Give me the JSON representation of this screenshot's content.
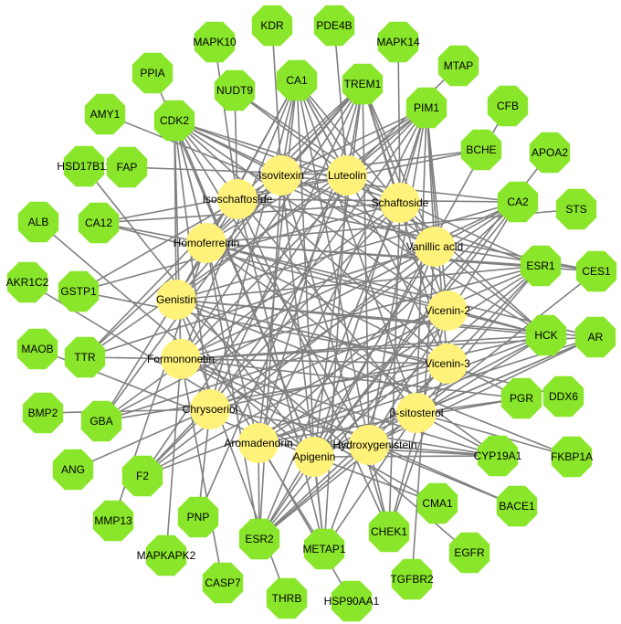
{
  "colors": {
    "edge": "#808080",
    "target": "#8AE62A",
    "compound": "#FFF27A",
    "text": "#000000"
  },
  "compounds": [
    {
      "id": "isovitexin",
      "label": "Isovitexin"
    },
    {
      "id": "luteolin",
      "label": "Luteolin"
    },
    {
      "id": "schaftoside",
      "label": "Schaftoside"
    },
    {
      "id": "isoschaftoside",
      "label": "Isoschaftoside"
    },
    {
      "id": "homoferreirin",
      "label": "Homoferreirin"
    },
    {
      "id": "vanillic",
      "label": "Vanillic acid"
    },
    {
      "id": "genistin",
      "label": "Genistin"
    },
    {
      "id": "vicenin2",
      "label": "Vicenin-2"
    },
    {
      "id": "formononetin",
      "label": "Formononetin"
    },
    {
      "id": "vicenin3",
      "label": "Vicenin-3"
    },
    {
      "id": "chrysoeriol",
      "label": "Chrysoeriol"
    },
    {
      "id": "sitosterol",
      "label": "β-sitosterol"
    },
    {
      "id": "aromadendrin",
      "label": "Aromadendrin"
    },
    {
      "id": "hydroxygenistein",
      "label": "2'-Hydroxygenistein"
    },
    {
      "id": "apigenin",
      "label": "Apigenin"
    }
  ],
  "targets": [
    {
      "id": "KDR",
      "label": "KDR"
    },
    {
      "id": "PDE4B",
      "label": "PDE4B"
    },
    {
      "id": "MAPK10",
      "label": "MAPK10"
    },
    {
      "id": "MAPK14",
      "label": "MAPK14"
    },
    {
      "id": "PPIA",
      "label": "PPIA"
    },
    {
      "id": "CA1",
      "label": "CA1"
    },
    {
      "id": "NUDT9",
      "label": "NUDT9"
    },
    {
      "id": "TREM1",
      "label": "TREM1"
    },
    {
      "id": "MTAP",
      "label": "MTAP"
    },
    {
      "id": "AMY1",
      "label": "AMY1"
    },
    {
      "id": "CDK2",
      "label": "CDK2"
    },
    {
      "id": "PIM1",
      "label": "PIM1"
    },
    {
      "id": "CFB",
      "label": "CFB"
    },
    {
      "id": "HSD17B11",
      "label": "HSD17B11"
    },
    {
      "id": "FAP",
      "label": "FAP"
    },
    {
      "id": "BCHE",
      "label": "BCHE"
    },
    {
      "id": "APOA2",
      "label": "APOA2"
    },
    {
      "id": "ALB",
      "label": "ALB"
    },
    {
      "id": "CA12",
      "label": "CA12"
    },
    {
      "id": "CA2",
      "label": "CA2"
    },
    {
      "id": "STS",
      "label": "STS"
    },
    {
      "id": "AKR1C2",
      "label": "AKR1C2"
    },
    {
      "id": "GSTP1",
      "label": "GSTP1"
    },
    {
      "id": "ESR1",
      "label": "ESR1"
    },
    {
      "id": "CES1",
      "label": "CES1"
    },
    {
      "id": "MAOB",
      "label": "MAOB"
    },
    {
      "id": "TTR",
      "label": "TTR"
    },
    {
      "id": "HCK",
      "label": "HCK"
    },
    {
      "id": "AR",
      "label": "AR"
    },
    {
      "id": "DDX6",
      "label": "DDX6"
    },
    {
      "id": "BMP2",
      "label": "BMP2"
    },
    {
      "id": "GBA",
      "label": "GBA"
    },
    {
      "id": "PGR",
      "label": "PGR"
    },
    {
      "id": "ANG",
      "label": "ANG"
    },
    {
      "id": "F2",
      "label": "F2"
    },
    {
      "id": "CYP19A1",
      "label": "CYP19A1"
    },
    {
      "id": "FKBP1A",
      "label": "FKBP1A"
    },
    {
      "id": "MMP13",
      "label": "MMP13"
    },
    {
      "id": "PNP",
      "label": "PNP"
    },
    {
      "id": "BACE1",
      "label": "BACE1"
    },
    {
      "id": "CMA1",
      "label": "CMA1"
    },
    {
      "id": "MAPKAPK2",
      "label": "MAPKAPK2"
    },
    {
      "id": "ESR2",
      "label": "ESR2"
    },
    {
      "id": "METAP1",
      "label": "METAP1"
    },
    {
      "id": "CHEK1",
      "label": "CHEK1"
    },
    {
      "id": "EGFR",
      "label": "EGFR"
    },
    {
      "id": "CASP7",
      "label": "CASP7"
    },
    {
      "id": "TGFBR2",
      "label": "TGFBR2"
    },
    {
      "id": "THRB",
      "label": "THRB"
    },
    {
      "id": "HSP90AA1",
      "label": "HSP90AA1"
    }
  ],
  "edges": [
    [
      "isovitexin",
      "KDR"
    ],
    [
      "isovitexin",
      "CA1"
    ],
    [
      "isovitexin",
      "TREM1"
    ],
    [
      "isovitexin",
      "PIM1"
    ],
    [
      "isovitexin",
      "CDK2"
    ],
    [
      "isovitexin",
      "BCHE"
    ],
    [
      "isovitexin",
      "CA2"
    ],
    [
      "isovitexin",
      "GSTP1"
    ],
    [
      "isovitexin",
      "ESR1"
    ],
    [
      "isovitexin",
      "TTR"
    ],
    [
      "isovitexin",
      "HCK"
    ],
    [
      "isovitexin",
      "GBA"
    ],
    [
      "isovitexin",
      "ESR2"
    ],
    [
      "isovitexin",
      "METAP1"
    ],
    [
      "isovitexin",
      "CHEK1"
    ],
    [
      "luteolin",
      "PDE4B"
    ],
    [
      "luteolin",
      "CA1"
    ],
    [
      "luteolin",
      "NUDT9"
    ],
    [
      "luteolin",
      "TREM1"
    ],
    [
      "luteolin",
      "MTAP"
    ],
    [
      "luteolin",
      "CDK2"
    ],
    [
      "luteolin",
      "PIM1"
    ],
    [
      "luteolin",
      "FAP"
    ],
    [
      "luteolin",
      "CA12"
    ],
    [
      "luteolin",
      "ESR1"
    ],
    [
      "luteolin",
      "TTR"
    ],
    [
      "luteolin",
      "HCK"
    ],
    [
      "luteolin",
      "F2"
    ],
    [
      "luteolin",
      "PNP"
    ],
    [
      "luteolin",
      "METAP1"
    ],
    [
      "schaftoside",
      "MAPK14"
    ],
    [
      "schaftoside",
      "TREM1"
    ],
    [
      "schaftoside",
      "NUDT9"
    ],
    [
      "schaftoside",
      "PIM1"
    ],
    [
      "schaftoside",
      "CDK2"
    ],
    [
      "schaftoside",
      "GSTP1"
    ],
    [
      "schaftoside",
      "CA12"
    ],
    [
      "schaftoside",
      "HCK"
    ],
    [
      "schaftoside",
      "GBA"
    ],
    [
      "schaftoside",
      "F2"
    ],
    [
      "schaftoside",
      "CHEK1"
    ],
    [
      "schaftoside",
      "ESR2"
    ],
    [
      "isoschaftoside",
      "MAPK10"
    ],
    [
      "isoschaftoside",
      "TREM1"
    ],
    [
      "isoschaftoside",
      "NUDT9"
    ],
    [
      "isoschaftoside",
      "BCHE"
    ],
    [
      "isoschaftoside",
      "CA2"
    ],
    [
      "isoschaftoside",
      "CES1"
    ],
    [
      "isoschaftoside",
      "TTR"
    ],
    [
      "isoschaftoside",
      "GBA"
    ],
    [
      "isoschaftoside",
      "METAP1"
    ],
    [
      "isoschaftoside",
      "CHEK1"
    ],
    [
      "homoferreirin",
      "CA1"
    ],
    [
      "homoferreirin",
      "TREM1"
    ],
    [
      "homoferreirin",
      "PIM1"
    ],
    [
      "homoferreirin",
      "CDK2"
    ],
    [
      "homoferreirin",
      "CA12"
    ],
    [
      "homoferreirin",
      "ESR1"
    ],
    [
      "homoferreirin",
      "STS"
    ],
    [
      "homoferreirin",
      "CES1"
    ],
    [
      "homoferreirin",
      "HCK"
    ],
    [
      "homoferreirin",
      "AR"
    ],
    [
      "homoferreirin",
      "PGR"
    ],
    [
      "homoferreirin",
      "CYP19A1"
    ],
    [
      "homoferreirin",
      "MMP13"
    ],
    [
      "homoferreirin",
      "ESR2"
    ],
    [
      "vanillic",
      "PIM1"
    ],
    [
      "vanillic",
      "TREM1"
    ],
    [
      "vanillic",
      "CA1"
    ],
    [
      "vanillic",
      "CDK2"
    ],
    [
      "vanillic",
      "AMY1"
    ],
    [
      "vanillic",
      "CA2"
    ],
    [
      "vanillic",
      "CES1"
    ],
    [
      "vanillic",
      "TTR"
    ],
    [
      "vanillic",
      "GBA"
    ],
    [
      "vanillic",
      "F2"
    ],
    [
      "vanillic",
      "ESR2"
    ],
    [
      "vanillic",
      "METAP1"
    ],
    [
      "vanillic",
      "TGFBR2"
    ],
    [
      "genistin",
      "CDK2"
    ],
    [
      "genistin",
      "CA1"
    ],
    [
      "genistin",
      "TREM1"
    ],
    [
      "genistin",
      "PIM1"
    ],
    [
      "genistin",
      "CA2"
    ],
    [
      "genistin",
      "ESR1"
    ],
    [
      "genistin",
      "HCK"
    ],
    [
      "genistin",
      "AR"
    ],
    [
      "genistin",
      "DDX6"
    ],
    [
      "genistin",
      "FKBP1A"
    ],
    [
      "genistin",
      "EGFR"
    ],
    [
      "genistin",
      "THRB"
    ],
    [
      "genistin",
      "HSP90AA1"
    ],
    [
      "vicenin2",
      "TREM1"
    ],
    [
      "vicenin2",
      "CA1"
    ],
    [
      "vicenin2",
      "PIM1"
    ],
    [
      "vicenin2",
      "CDK2"
    ],
    [
      "vicenin2",
      "CA12"
    ],
    [
      "vicenin2",
      "HCK"
    ],
    [
      "vicenin2",
      "GBA"
    ],
    [
      "vicenin2",
      "F2"
    ],
    [
      "vicenin2",
      "ESR2"
    ],
    [
      "vicenin2",
      "CHEK1"
    ],
    [
      "formononetin",
      "CDK2"
    ],
    [
      "formononetin",
      "CA1"
    ],
    [
      "formononetin",
      "TREM1"
    ],
    [
      "formononetin",
      "PIM1"
    ],
    [
      "formononetin",
      "CA2"
    ],
    [
      "formononetin",
      "ESR1"
    ],
    [
      "formononetin",
      "HCK"
    ],
    [
      "formononetin",
      "AR"
    ],
    [
      "formononetin",
      "PGR"
    ],
    [
      "formononetin",
      "CYP19A1"
    ],
    [
      "formononetin",
      "BACE1"
    ],
    [
      "formononetin",
      "CMA1"
    ],
    [
      "formononetin",
      "MAPKAPK2"
    ],
    [
      "formononetin",
      "CASP7"
    ],
    [
      "vicenin3",
      "TREM1"
    ],
    [
      "vicenin3",
      "CA1"
    ],
    [
      "vicenin3",
      "PIM1"
    ],
    [
      "vicenin3",
      "CDK2"
    ],
    [
      "vicenin3",
      "GSTP1"
    ],
    [
      "vicenin3",
      "TTR"
    ],
    [
      "vicenin3",
      "GBA"
    ],
    [
      "vicenin3",
      "F2"
    ],
    [
      "vicenin3",
      "CHEK1"
    ],
    [
      "vicenin3",
      "ESR2"
    ],
    [
      "chrysoeriol",
      "CA1"
    ],
    [
      "chrysoeriol",
      "TREM1"
    ],
    [
      "chrysoeriol",
      "PIM1"
    ],
    [
      "chrysoeriol",
      "CDK2"
    ],
    [
      "chrysoeriol",
      "CA2"
    ],
    [
      "chrysoeriol",
      "ESR1"
    ],
    [
      "chrysoeriol",
      "HCK"
    ],
    [
      "chrysoeriol",
      "BMP2"
    ],
    [
      "chrysoeriol",
      "ANG"
    ],
    [
      "chrysoeriol",
      "F2"
    ],
    [
      "chrysoeriol",
      "PNP"
    ],
    [
      "chrysoeriol",
      "CYP19A1"
    ],
    [
      "sitosterol",
      "CA1"
    ],
    [
      "sitosterol",
      "CDK2"
    ],
    [
      "sitosterol",
      "PIM1"
    ],
    [
      "sitosterol",
      "ESR1"
    ],
    [
      "sitosterol",
      "AR"
    ],
    [
      "sitosterol",
      "PGR"
    ],
    [
      "sitosterol",
      "CYP19A1"
    ],
    [
      "sitosterol",
      "FKBP1A"
    ],
    [
      "sitosterol",
      "CES1"
    ],
    [
      "sitosterol",
      "ESR2"
    ],
    [
      "sitosterol",
      "METAP1"
    ],
    [
      "aromadendrin",
      "CA1"
    ],
    [
      "aromadendrin",
      "TREM1"
    ],
    [
      "aromadendrin",
      "PIM1"
    ],
    [
      "aromadendrin",
      "CDK2"
    ],
    [
      "aromadendrin",
      "CA2"
    ],
    [
      "aromadendrin",
      "ESR1"
    ],
    [
      "aromadendrin",
      "HCK"
    ],
    [
      "aromadendrin",
      "AR"
    ],
    [
      "aromadendrin",
      "PGR"
    ],
    [
      "aromadendrin",
      "CYP19A1"
    ],
    [
      "aromadendrin",
      "ESR2"
    ],
    [
      "aromadendrin",
      "METAP1"
    ],
    [
      "hydroxygenistein",
      "CDK2"
    ],
    [
      "hydroxygenistein",
      "CA1"
    ],
    [
      "hydroxygenistein",
      "TREM1"
    ],
    [
      "hydroxygenistein",
      "PIM1"
    ],
    [
      "hydroxygenistein",
      "CA2"
    ],
    [
      "hydroxygenistein",
      "ESR1"
    ],
    [
      "hydroxygenistein",
      "HCK"
    ],
    [
      "hydroxygenistein",
      "AR"
    ],
    [
      "hydroxygenistein",
      "CYP19A1"
    ],
    [
      "hydroxygenistein",
      "ESR2"
    ],
    [
      "hydroxygenistein",
      "CHEK1"
    ],
    [
      "hydroxygenistein",
      "BACE1"
    ],
    [
      "apigenin",
      "CDK2"
    ],
    [
      "apigenin",
      "CA1"
    ],
    [
      "apigenin",
      "TREM1"
    ],
    [
      "apigenin",
      "PIM1"
    ],
    [
      "apigenin",
      "CA2"
    ],
    [
      "apigenin",
      "ESR1"
    ],
    [
      "apigenin",
      "HCK"
    ],
    [
      "apigenin",
      "AR"
    ],
    [
      "apigenin",
      "CYP19A1"
    ],
    [
      "apigenin",
      "ESR2"
    ],
    [
      "apigenin",
      "METAP1"
    ],
    [
      "apigenin",
      "CMA1"
    ],
    [
      "apigenin",
      "ALB"
    ],
    [
      "apigenin",
      "AKR1C2"
    ],
    [
      "apigenin",
      "MAOB"
    ],
    [
      "apigenin",
      "HSD17B11"
    ],
    [
      "apigenin",
      "PPIA"
    ],
    [
      "apigenin",
      "CFB"
    ],
    [
      "apigenin",
      "APOA2"
    ]
  ]
}
